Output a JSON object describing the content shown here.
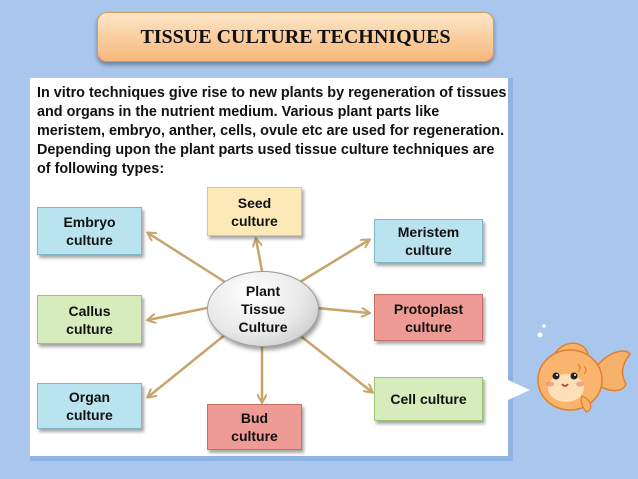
{
  "title": "TISSUE CULTURE TECHNIQUES",
  "intro": "In vitro techniques give rise to new plants by regeneration of tissues and organs in the nutrient medium. Various plant parts like meristem, embryo, anther, cells, ovule etc are used for regeneration. Depending upon the plant parts used tissue culture techniques are of following types:",
  "center": "Plant\nTissue\nCulture",
  "nodes": {
    "seed": "Seed\nculture",
    "embryo": "Embryo\nculture",
    "meristem": "Meristem\nculture",
    "callus": "Callus\nculture",
    "protoplast": "Protoplast\nculture",
    "organ": "Organ\nculture",
    "cell": "Cell culture",
    "bud": "Bud\nculture"
  },
  "colors": {
    "background": "#a9c6ec",
    "title_box": "#f6b77a",
    "blue_box": "#b9e3ef",
    "green_box": "#d7ecbc",
    "yellow_box": "#fbeab7",
    "pink_box": "#ee9b95",
    "violet_box": "#d9d3ed",
    "arrow": "#c8a46a"
  },
  "icons": {
    "mascot": "goldfish-icon"
  }
}
